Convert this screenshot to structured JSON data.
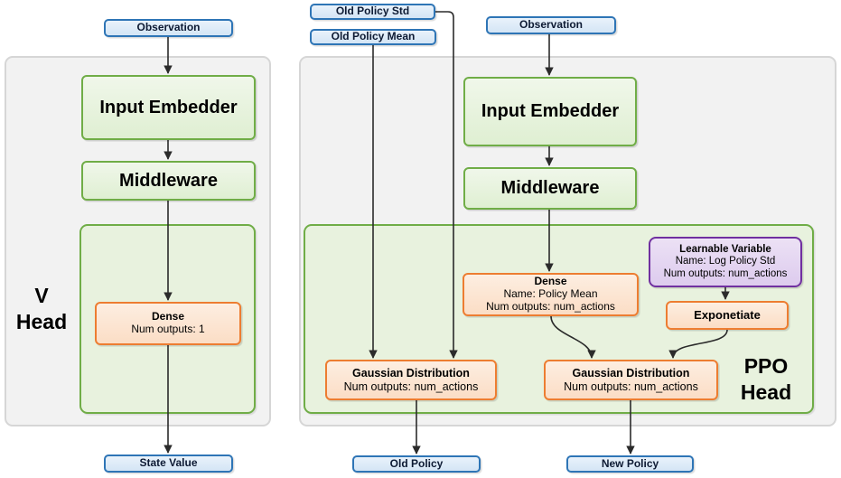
{
  "v_head": {
    "panel_label": {
      "line1": "V",
      "line2": "Head"
    },
    "nodes": {
      "observation": "Observation",
      "input_embedder": "Input Embedder",
      "middleware": "Middleware",
      "dense": {
        "title": "Dense",
        "outputs": "Num outputs: 1"
      },
      "state_value": "State Value"
    }
  },
  "ppo_head": {
    "panel_label": {
      "line1": "PPO",
      "line2": "Head"
    },
    "nodes": {
      "old_policy_std": "Old Policy Std",
      "old_policy_mean": "Old Policy Mean",
      "observation": "Observation",
      "input_embedder": "Input Embedder",
      "middleware": "Middleware",
      "dense": {
        "title": "Dense",
        "name": "Name: Policy Mean",
        "outputs": "Num outputs: num_actions"
      },
      "learnable_variable": {
        "title": "Learnable Variable",
        "name": "Name: Log Policy Std",
        "outputs": "Num outputs: num_actions"
      },
      "exponetiate": "Exponetiate",
      "gaussian_old": {
        "title": "Gaussian Distribution",
        "outputs": "Num outputs: num_actions"
      },
      "gaussian_new": {
        "title": "Gaussian Distribution",
        "outputs": "Num outputs: num_actions"
      },
      "old_policy": "Old Policy",
      "new_policy": "New Policy"
    }
  },
  "colors": {
    "io_border": "#2e75b6",
    "io_fill": "#dae8f5",
    "process_border": "#70ad47",
    "process_fill": "#e7f2dd",
    "operation_border": "#ed7d31",
    "operation_fill": "#fce5d4",
    "variable_border": "#7030a0",
    "variable_fill": "#e4d7f0",
    "panel_fill": "#f2f2f2",
    "panel_border": "#d6d6d6",
    "arrow": "#2b2b2b"
  }
}
